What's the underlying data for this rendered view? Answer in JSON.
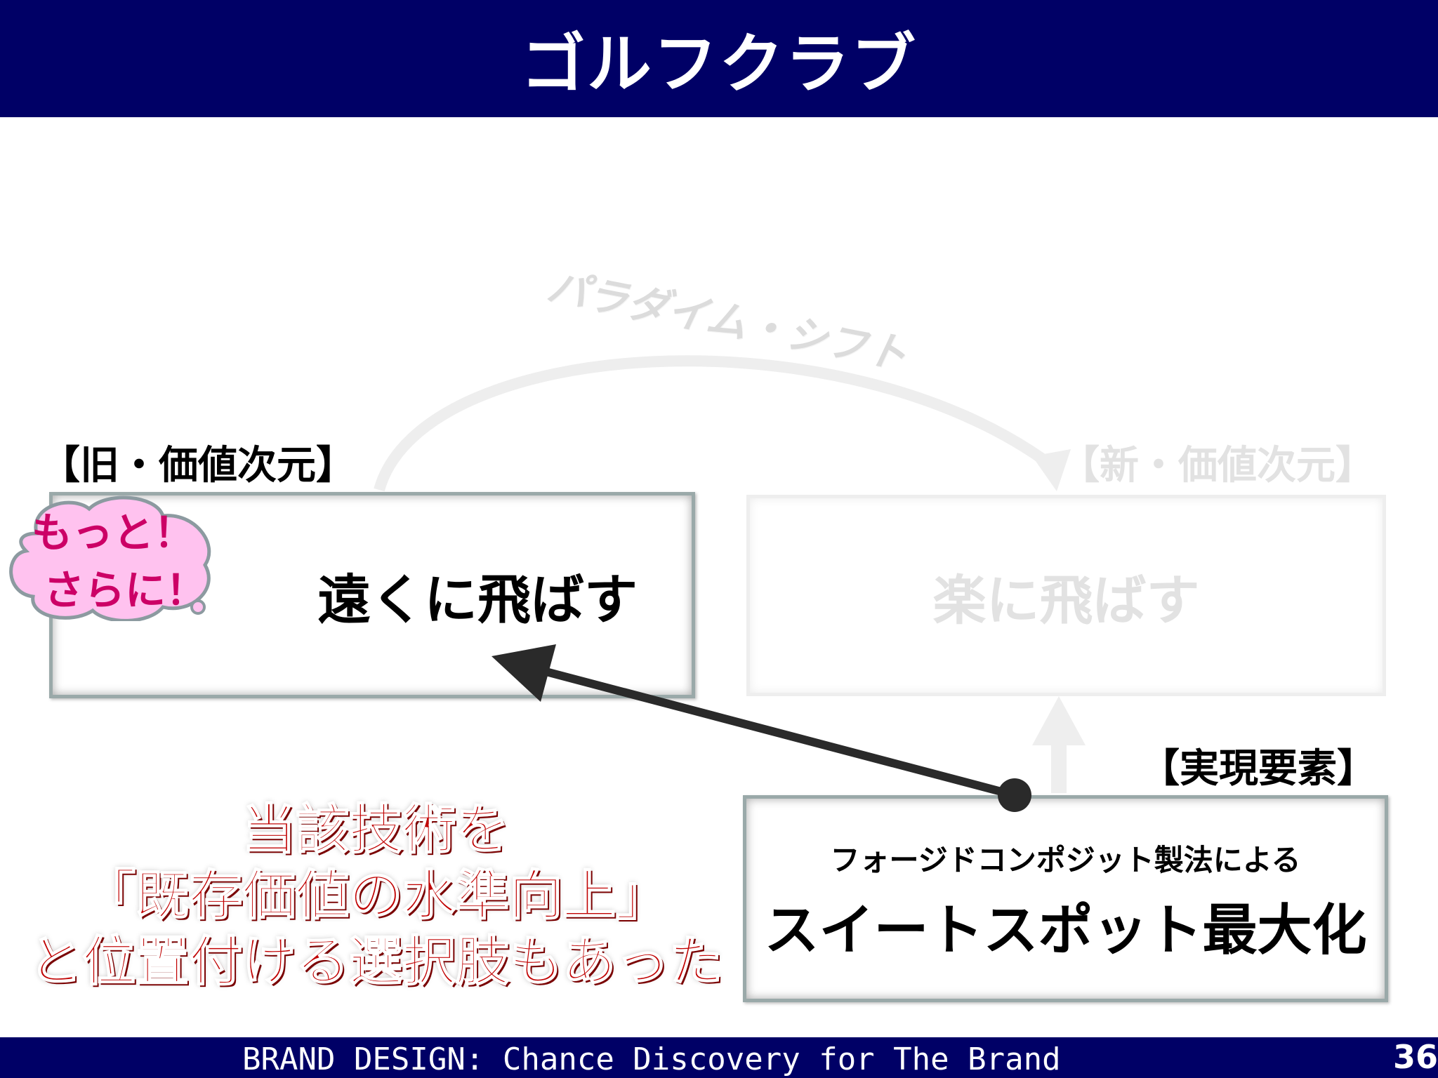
{
  "header": {
    "title": "ゴルフクラブ"
  },
  "paradigm_label": "パラダイム・シフト",
  "old_dimension": {
    "label": "【旧・価値次元】",
    "text": "遠くに飛ばす"
  },
  "new_dimension": {
    "label": "【新・価値次元】",
    "text": "楽に飛ばす"
  },
  "realization": {
    "label": "【実現要素】",
    "line1": "フォージドコンポジット製法による",
    "line2": "スイートスポット最大化"
  },
  "callout": {
    "line1": "もっと！",
    "line2": "さらに！"
  },
  "note": {
    "line1": "当該技術を",
    "line2": "「既存価値の水準向上」",
    "line3": "と位置付ける選択肢もあった"
  },
  "footer": {
    "text": "BRAND DESIGN: Chance Discovery for The Brand",
    "page": "36"
  },
  "colors": {
    "header_bg": "#000066",
    "note_red": "#c00000",
    "callout_pink": "#ffb3ec",
    "callout_text": "#cc0066",
    "faded": "#e2e2e2"
  }
}
